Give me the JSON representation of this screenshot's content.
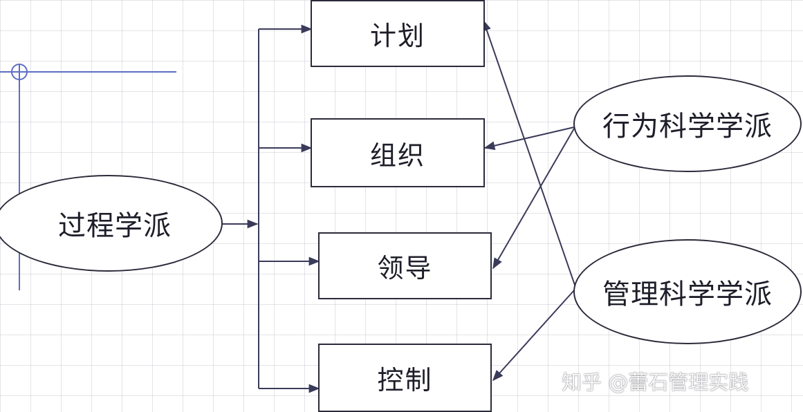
{
  "functions": {
    "plan": "计划",
    "organize": "组织",
    "lead": "领导",
    "control": "控制"
  },
  "schools": {
    "process": "过程学派",
    "behavioral": "行为科学学派",
    "management_science": "管理科学学派"
  },
  "watermark": "知乎 @蕾石管理实践",
  "colors": {
    "line": "#3a3a5a",
    "box_border": "#2a2a3a",
    "accent_blue": "#5a6fc0",
    "grid": "#a0a0af"
  }
}
